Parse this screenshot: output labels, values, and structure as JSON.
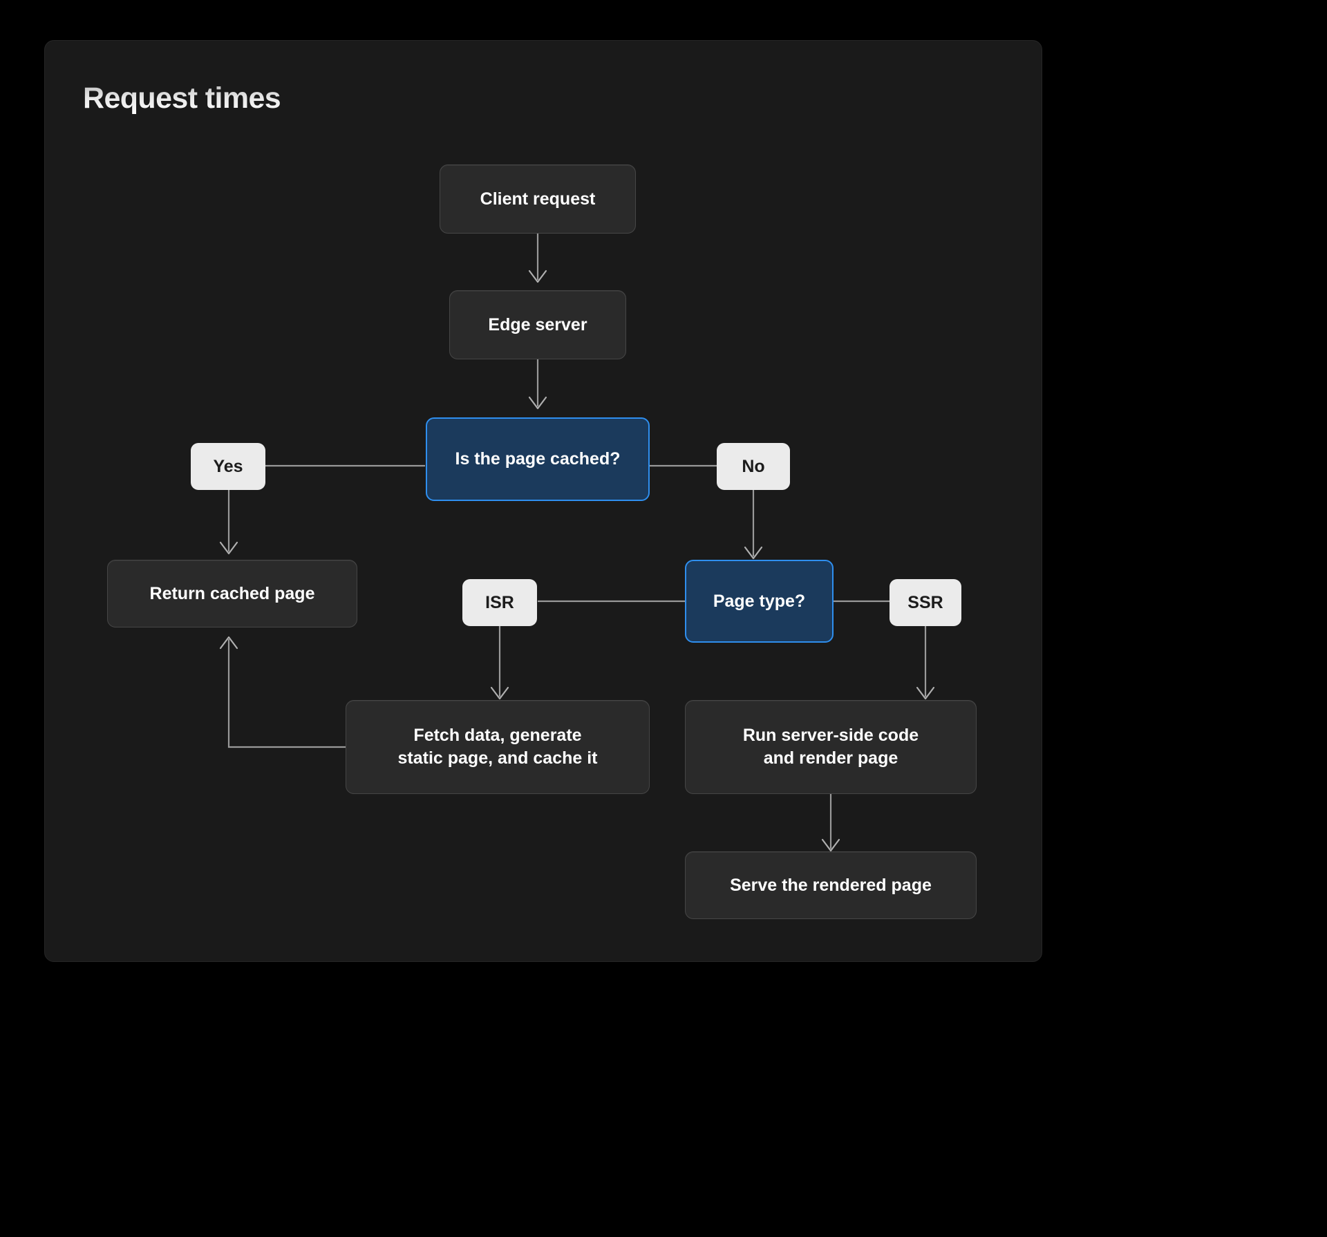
{
  "card": {
    "title": "Request times"
  },
  "colors": {
    "page_background": "#000000",
    "card_background": "#1a1a1a",
    "node_fill": "#2a2a2a",
    "node_border": "#464646",
    "decision_fill": "#1b3a5c",
    "decision_border": "#2f8fef",
    "pill_fill": "#ebebeb",
    "pill_text": "#1c1c1c",
    "connector": "#9a9a9a",
    "node_text": "#ffffff"
  },
  "chart_data": {
    "type": "diagram",
    "title": "Request times",
    "nodes": [
      {
        "id": "client_request",
        "label": "Client request",
        "kind": "process"
      },
      {
        "id": "edge_server",
        "label": "Edge server",
        "kind": "process"
      },
      {
        "id": "is_cached",
        "label": "Is the page cached?",
        "kind": "decision"
      },
      {
        "id": "return_cached",
        "label": "Return cached page",
        "kind": "process"
      },
      {
        "id": "page_type",
        "label": "Page type?",
        "kind": "decision"
      },
      {
        "id": "fetch_generate",
        "label": "Fetch data, generate\nstatic page, and cache it",
        "kind": "process"
      },
      {
        "id": "run_ssr",
        "label": "Run server-side code\nand render page",
        "kind": "process"
      },
      {
        "id": "serve_rendered",
        "label": "Serve the rendered page",
        "kind": "process"
      }
    ],
    "edge_labels": [
      {
        "id": "yes",
        "label": "Yes"
      },
      {
        "id": "no",
        "label": "No"
      },
      {
        "id": "isr",
        "label": "ISR"
      },
      {
        "id": "ssr",
        "label": "SSR"
      }
    ],
    "edges": [
      {
        "from": "client_request",
        "to": "edge_server",
        "label": ""
      },
      {
        "from": "edge_server",
        "to": "is_cached",
        "label": ""
      },
      {
        "from": "is_cached",
        "to": "return_cached",
        "label": "Yes"
      },
      {
        "from": "is_cached",
        "to": "page_type",
        "label": "No"
      },
      {
        "from": "page_type",
        "to": "fetch_generate",
        "label": "ISR"
      },
      {
        "from": "page_type",
        "to": "run_ssr",
        "label": "SSR"
      },
      {
        "from": "fetch_generate",
        "to": "return_cached",
        "label": ""
      },
      {
        "from": "run_ssr",
        "to": "serve_rendered",
        "label": ""
      }
    ]
  },
  "nodes": {
    "client_request": {
      "label": "Client request"
    },
    "edge_server": {
      "label": "Edge server"
    },
    "is_cached": {
      "label": "Is the page cached?"
    },
    "return_cached": {
      "label": "Return cached page"
    },
    "page_type": {
      "label": "Page type?"
    },
    "fetch_generate": {
      "line1": "Fetch data, generate",
      "line2": "static page, and cache it"
    },
    "run_ssr": {
      "line1": "Run server-side code",
      "line2": "and render page"
    },
    "serve_rendered": {
      "label": "Serve the rendered page"
    }
  },
  "labels": {
    "yes": "Yes",
    "no": "No",
    "isr": "ISR",
    "ssr": "SSR"
  }
}
